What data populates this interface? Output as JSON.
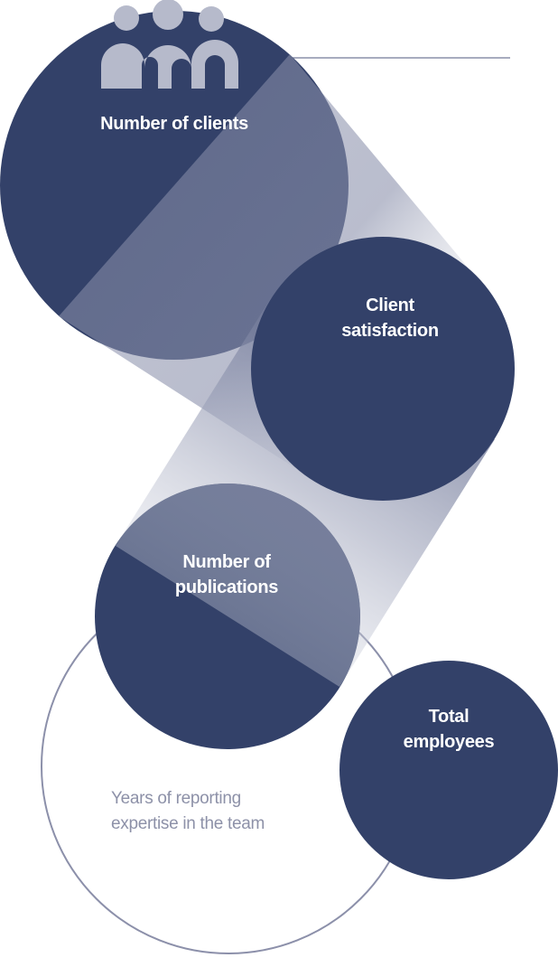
{
  "colors": {
    "navy": "#334169",
    "light": "#b6bacb",
    "outline": "#8c90aa"
  },
  "icon": "people-group-icon",
  "metrics": [
    {
      "label_line1": "Number of clients",
      "label_line2": ""
    },
    {
      "label_line1": "Client",
      "label_line2": "satisfaction"
    },
    {
      "label_line1": "Number of",
      "label_line2": "publications"
    },
    {
      "label_line1": "Total",
      "label_line2": "employees"
    }
  ],
  "expertise": {
    "line1": "Years of reporting",
    "line2": "expertise in the team"
  }
}
